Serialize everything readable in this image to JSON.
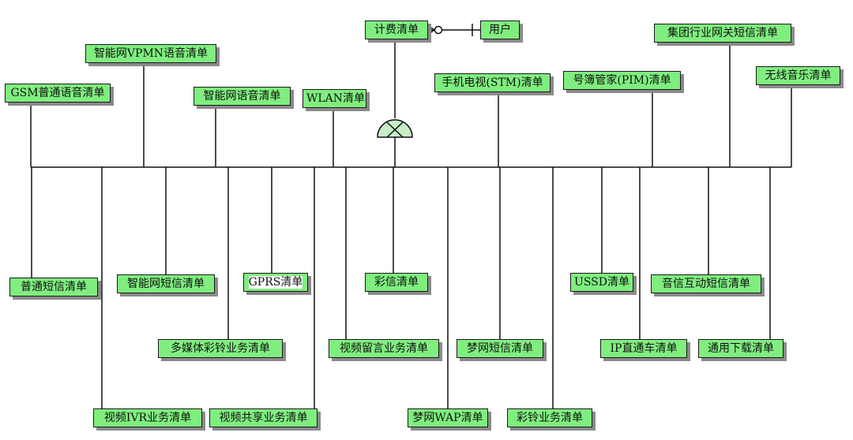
{
  "title_entity": "计费清单",
  "user_entity": "用户",
  "top_entities": [
    "智能网VPMN语音清单",
    "GSM普通语音清单",
    "智能网语音清单",
    "WLAN清单",
    "手机电视(STM)清单",
    "号簿管家(PIM)清单",
    "集团行业网关短信清单",
    "无线音乐清单"
  ],
  "bottom_entities": [
    "普通短信清单",
    "视频IVR业务清单",
    "智能网短信清单",
    "多媒体彩铃业务清单",
    "GPRS清单",
    "视频共享业务清单",
    "视频留言业务清单",
    "彩信清单",
    "梦网WAP清单",
    "梦网短信清单",
    "彩铃业务清单",
    "USSD清单",
    "IP直通车清单",
    "音信互动短信清单",
    "通用下载清单"
  ],
  "colors": {
    "entity_fill": "#7fee7f",
    "gate_fill": "#c8ecc8",
    "line": "#111111"
  }
}
